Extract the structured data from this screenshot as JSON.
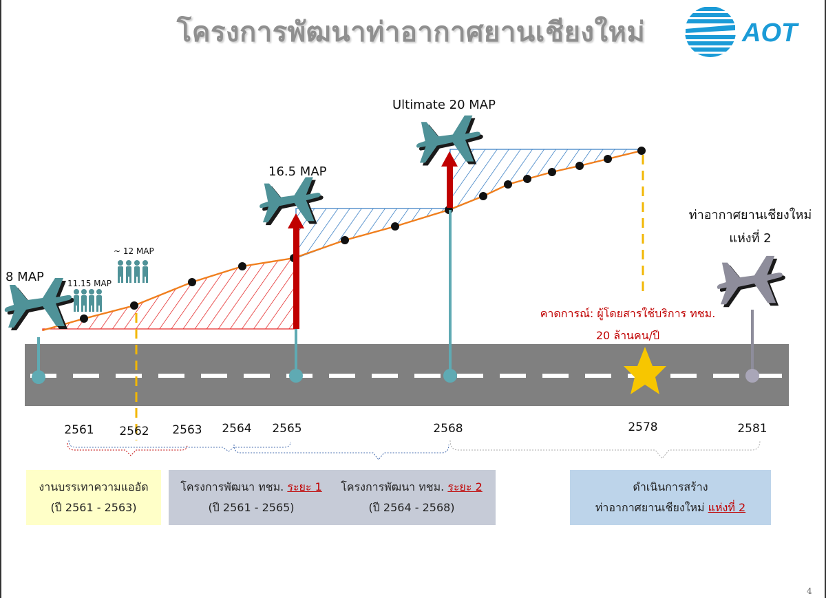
{
  "title": "โครงการพัฒนาท่าอากาศยานเชียงใหม่",
  "logo": {
    "text": "AOT",
    "brand_color": "#1b9bd7"
  },
  "milestones": [
    {
      "label": "8 MAP"
    },
    {
      "label": "11.15 MAP"
    },
    {
      "label": "~ 12 MAP"
    },
    {
      "label": "16.5 MAP"
    },
    {
      "label": "Ultimate 20 MAP"
    }
  ],
  "new_airport": {
    "line1": "ท่าอากาศยานเชียงใหม่",
    "line2": "แห่งที่ 2"
  },
  "forecast": {
    "line1": "คาดการณ์: ผู้โดยสารใช้บริการ ทชม.",
    "line2": "20 ล้านคน/ปี"
  },
  "years": [
    "2561",
    "2562",
    "2563",
    "2564",
    "2565",
    "2568",
    "2578",
    "2581"
  ],
  "boxes": {
    "air_pollution": {
      "title": "งานบรรเทาความแออัด",
      "period": "(ปี 2561 - 2563)"
    },
    "phase1": {
      "title_prefix": "โครงการพัฒนา ทชม.",
      "title_highlight": "ระยะ 1",
      "period": "(ปี 2561 - 2565)"
    },
    "phase2": {
      "title_prefix": "โครงการพัฒนา ทชม.",
      "title_highlight": "ระยะ 2",
      "period": "(ปี 2564 - 2568)"
    },
    "new_airport": {
      "line1": "ดำเนินการสร้าง",
      "line2_prefix": "ท่าอากาศยานเชียงใหม่",
      "line2_highlight": "แห่งที่ 2"
    }
  },
  "colors": {
    "runway": "#808080",
    "phase1_hatch": "#e52b2b",
    "phase2_hatch": "#3a7fc4",
    "growth_line": "#f07f1e",
    "arrow": "#c00000",
    "plane": "#4f9298",
    "plane_future": "#8e8d9b",
    "dashed_marker": "#f2b705",
    "star": "#f7c600",
    "pin": "#5faab3"
  },
  "page_number": "4"
}
